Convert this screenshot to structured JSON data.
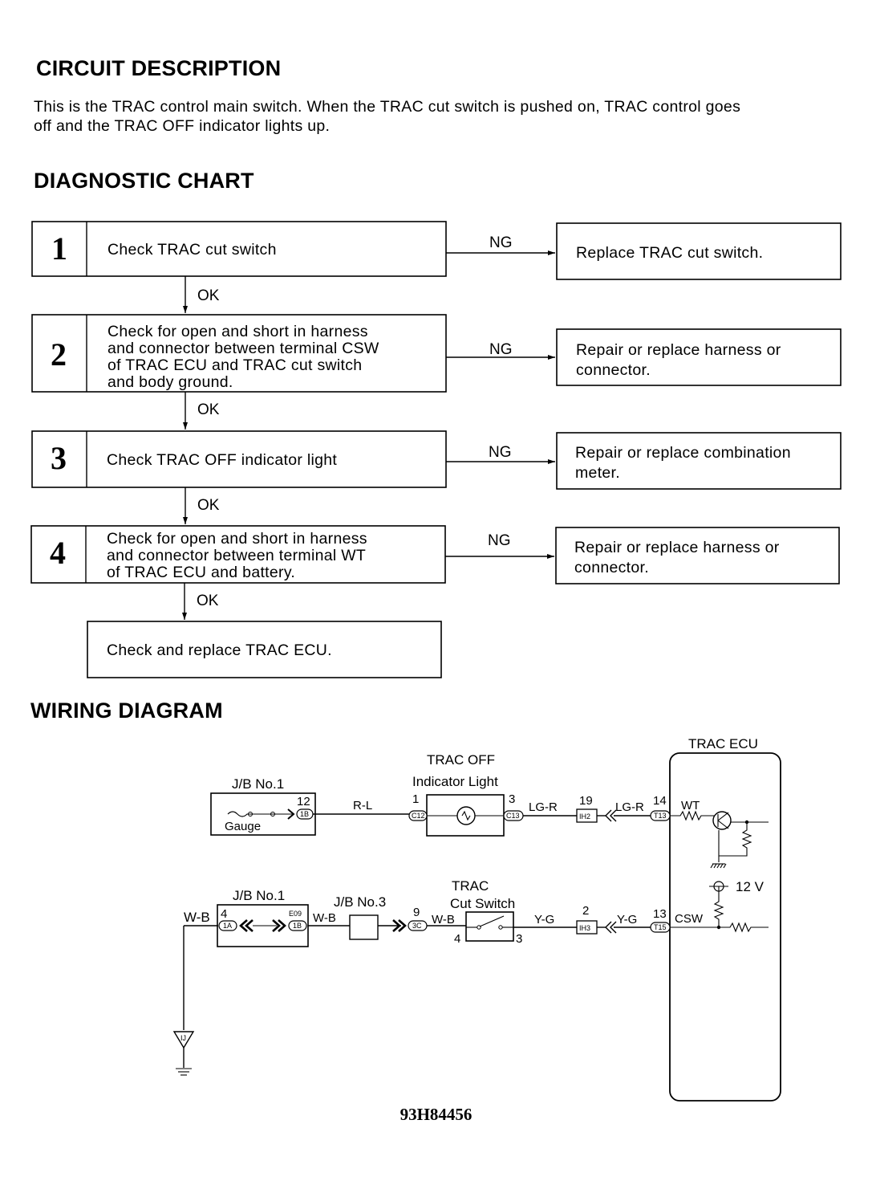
{
  "circuit_description": {
    "heading": "CIRCUIT DESCRIPTION",
    "text_line1": "This is the TRAC control main switch. When the TRAC cut switch is pushed on, TRAC control goes",
    "text_line2": "off and the TRAC OFF indicator lights up."
  },
  "diagnostic_chart": {
    "heading": "DIAGNOSTIC CHART",
    "ng_label": "NG",
    "ok_label": "OK",
    "steps": [
      {
        "number": "1",
        "lines": [
          "Check TRAC cut switch"
        ],
        "ng_action": [
          "Replace TRAC cut switch."
        ]
      },
      {
        "number": "2",
        "lines": [
          "Check for open and short in harness",
          "and connector between terminal CSW",
          "of TRAC ECU and TRAC cut switch",
          "and body ground."
        ],
        "ng_action": [
          "Repair or replace harness or",
          "connector."
        ]
      },
      {
        "number": "3",
        "lines": [
          "Check TRAC OFF indicator light"
        ],
        "ng_action": [
          "Repair or replace combination",
          "meter."
        ]
      },
      {
        "number": "4",
        "lines": [
          "Check for open and short in harness",
          "and connector between terminal WT",
          "of TRAC ECU and battery."
        ],
        "ng_action": [
          "Repair or replace harness or",
          "connector."
        ]
      }
    ],
    "final_action": "Check and replace TRAC ECU."
  },
  "wiring_diagram": {
    "heading": "WIRING DIAGRAM",
    "ecu_label": "TRAC ECU",
    "upper_circuit": {
      "jb_label": "J/B No.1",
      "fuse_label": "Gauge",
      "jb_pin": "12",
      "jb_connector": "1B",
      "wire1": "R-L",
      "indicator_label_line1": "TRAC OFF",
      "indicator_label_line2": "Indicator Light",
      "indicator_pin_in": "1",
      "indicator_pin_out": "3",
      "indicator_conn_in": "C12",
      "indicator_conn_out": "C13",
      "wire2": "LG-R",
      "junction_pin": "19",
      "junction_conn": "IH2",
      "wire3": "LG-R",
      "ecu_pin": "14",
      "ecu_conn": "T13",
      "ecu_terminal": "WT"
    },
    "lower_circuit": {
      "wire_ground": "W-B",
      "jb1_label": "J/B No.1",
      "jb1_pin": "4",
      "jb1_conn_a": "1A",
      "jb1_code": "E09",
      "jb1_conn_b": "1B",
      "wire1": "W-B",
      "jb3_label": "J/B No.3",
      "jb3_pin": "9",
      "jb3_conn": "3C",
      "wire2": "W-B",
      "switch_label_line1": "TRAC",
      "switch_label_line2": "Cut Switch",
      "switch_pin_in": "4",
      "switch_pin_out": "3",
      "wire3": "Y-G",
      "junction_pin": "2",
      "junction_conn": "IH3",
      "wire4": "Y-G",
      "ecu_pin": "13",
      "ecu_conn": "T15",
      "ecu_terminal": "CSW",
      "voltage": "12 V",
      "ground_point": "IJ"
    }
  },
  "figure_id": "93H84456"
}
